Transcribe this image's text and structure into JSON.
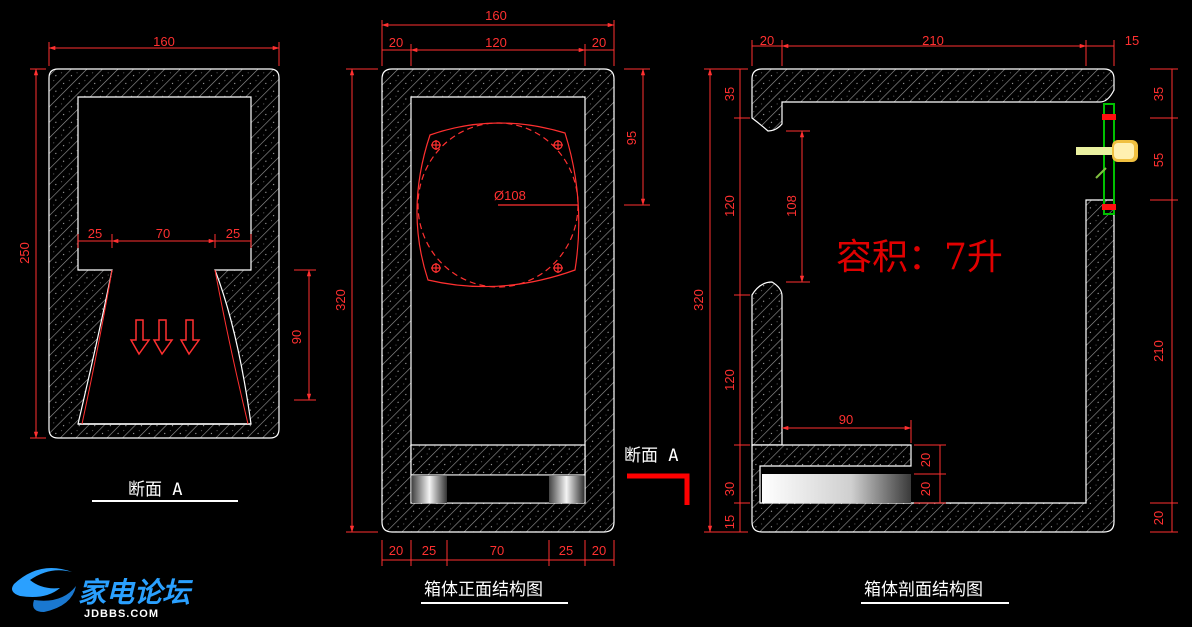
{
  "section_a": {
    "dim_top": "160",
    "dim_height": "250",
    "dim_left": "25",
    "dim_mid": "70",
    "dim_right": "25",
    "dim_port": "90",
    "caption": "断面 A"
  },
  "front": {
    "dim_top": "160",
    "dim_top_left": "20",
    "dim_top_mid": "120",
    "dim_top_right": "20",
    "dim_height": "320",
    "dim_speaker_offset": "95",
    "dim_diameter": "Ø108",
    "dim_bot": [
      "20",
      "25",
      "70",
      "25",
      "20"
    ],
    "caption": "箱体正面结构图",
    "section_label": "断面 A"
  },
  "side": {
    "dim_top_left": "20",
    "dim_top_mid": "210",
    "dim_top_right": "15",
    "dim_height": "320",
    "dim_left": [
      "35",
      "120",
      "120",
      "30",
      "15"
    ],
    "dim_opening": "108",
    "dim_port_len": "90",
    "dim_right": [
      "35",
      "55",
      "210",
      "20"
    ],
    "dim_port_h": [
      "20",
      "20"
    ],
    "volume_label": "容积：7升",
    "caption": "箱体剖面结构图"
  },
  "watermark": {
    "name": "家电论坛",
    "site": "JDBBS.COM"
  },
  "colors": {
    "dimension": "#ff3030",
    "outline": "#ffffff",
    "hatch": "#9a9a9a",
    "terminal": "#00c000",
    "logo": "#2aa0ff"
  }
}
